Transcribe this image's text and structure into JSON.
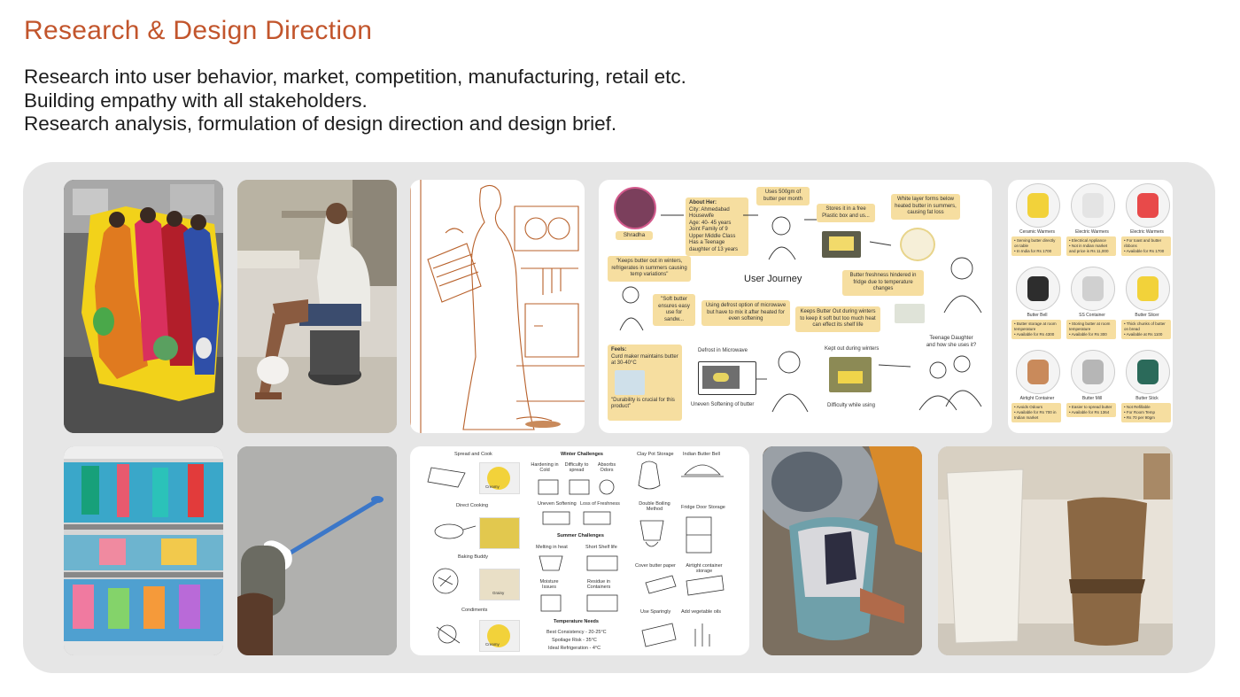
{
  "header": {
    "title": "Research & Design Direction",
    "lines": [
      "Research into user behavior, market, competition, manufacturing, retail etc.",
      "Building empathy with all stakeholders.",
      "Research analysis, formulation of design direction and design brief."
    ]
  },
  "journey": {
    "title": "User Journey",
    "persona_name": "Shradha",
    "about_title": "About Her:",
    "about_items": [
      "City: Ahmedabad",
      "Housewife",
      "Age: 40- 45 years",
      "Joint Family of 9",
      "Upper Middle Class",
      "Has a Teenage daughter of 13 years"
    ],
    "notes": {
      "uses": "Uses 500gm of butter per month",
      "stores": "Stores it in a free Plastic box and us...",
      "white_layer": "White layer forms below heated butter in summers, causing fat loss",
      "keeps_out": "\"Keeps butter out in winters, refrigerates in summers causing temp variations\"",
      "soft": "\"Soft butter ensures easy use for sandw...",
      "defrost_note": "Using defrost option of microwave but have to mix it after heated for even softening",
      "keeps_out_winter": "Keeps Butter Out during winters to keep it soft but too much heat can effect its shelf life",
      "freshness": "Butter freshness hindered in fridge due to temperature changes",
      "feels_title": "Feels:",
      "feels_1": "Curd maker maintains butter at 30-40°C",
      "feels_2": "\"Durability is crucial for this product\""
    },
    "labels": {
      "defrost": "Defrost in Microwave",
      "uneven": "Uneven Softening of butter",
      "kept_out": "Kept out during winters",
      "difficulty": "Difficulty while using",
      "teen": "Teenage Daughter and how she uses it?"
    }
  },
  "products": [
    {
      "name": "Ceramic Warmers",
      "notes": [
        "Serving butter directly on table",
        "In India for Rs 1700"
      ]
    },
    {
      "name": "Electric Warmers",
      "notes": [
        "Electrical Appliance",
        "Not in Indian market and price is Rs 11,000"
      ]
    },
    {
      "name": "Electric Warmers",
      "notes": [
        "For toast and butter ribbons",
        "Available for Rs 1700"
      ]
    },
    {
      "name": "Butter Bell",
      "notes": [
        "Butter storage at room temperature",
        "Available for Rs 4300"
      ]
    },
    {
      "name": "SS Container",
      "notes": [
        "Storing butter at room temperature",
        "Available for Rs 300"
      ]
    },
    {
      "name": "Butter Slicer",
      "notes": [
        "Thick chunks of butter on bread",
        "Available at Rs 1100"
      ]
    },
    {
      "name": "Airtight Container",
      "notes": [
        "Avoids Odours",
        "Available for Rs 700 in Indian market"
      ]
    },
    {
      "name": "Butter Mill",
      "notes": [
        "Easier to spread butter",
        "Available for Rs 1364"
      ]
    },
    {
      "name": "Butter Stick",
      "notes": [
        "Not Refillable",
        "For Room Temp",
        "Rs 70 per 90gm"
      ]
    }
  ],
  "usage": {
    "uses": [
      {
        "label": "Spread and Cook",
        "tag": "Creamy"
      },
      {
        "label": "Direct Cooking",
        "tag": ""
      },
      {
        "label": "Baking Buddy",
        "tag": "Grainy"
      },
      {
        "label": "Condiments",
        "tag": "Creamy"
      }
    ],
    "winter_title": "Winter Challenges",
    "winter": [
      "Hardening in Cold",
      "Difficulty to spread",
      "Absorbs Odors",
      "Uneven Softening",
      "Loss of Freshness"
    ],
    "summer_title": "Summer Challenges",
    "summer": [
      "Melting in heat",
      "Short Shelf life",
      "Moisture Issues",
      "Residue in Containers"
    ],
    "temp_title": "Temperature Needs",
    "temp": [
      "Best Consistency - 20-25°C",
      "Spoilage Risk - 35°C",
      "Ideal Refrigeration - 4°C"
    ],
    "storage": [
      "Clay Pot Storage",
      "Indian Butter Bell",
      "Double Boiling Method",
      "Fridge Door Storage",
      "Cover butter paper",
      "Airtight container storage",
      "Use Sparingly",
      "Add vegetable oils"
    ]
  },
  "colors": {
    "title": "#c2552c",
    "note": "#f6dea0",
    "board": "#e6e6e6",
    "sketch_line": "#b8612b"
  }
}
